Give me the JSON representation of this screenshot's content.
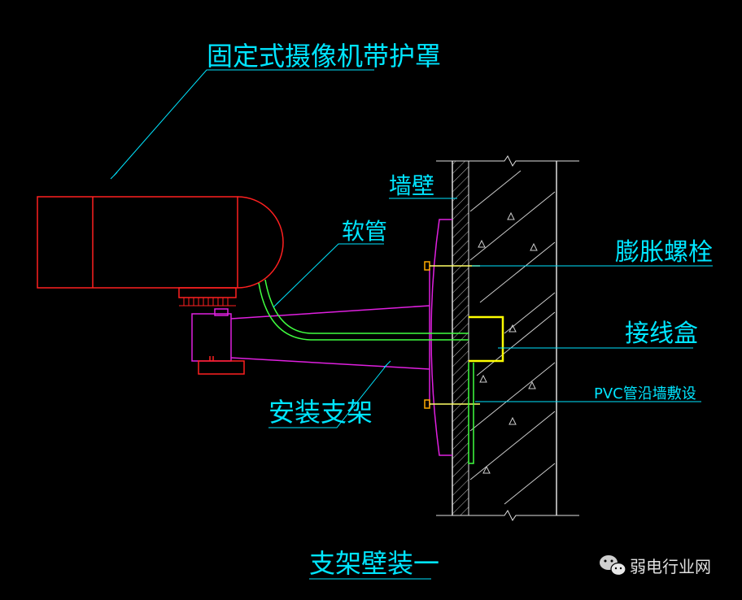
{
  "labels": {
    "camera": "固定式摄像机带护罩",
    "wall": "墙壁",
    "hose": "软管",
    "bolt": "膨胀螺栓",
    "junction_box": "接线盒",
    "pvc": "PVC管沿墙敷设",
    "bracket": "安装支架",
    "title": "支架壁装一"
  },
  "watermark": {
    "text": "弱电行业网",
    "icon": "wechat-icon"
  },
  "colors": {
    "background": "#000000",
    "label": "#00e5ff",
    "camera": "#ff2020",
    "bracket": "#e020e0",
    "hose": "#40ff40",
    "box": "#ffff00",
    "wall": "#e0e0e0",
    "bolt": "#ffaa00"
  }
}
